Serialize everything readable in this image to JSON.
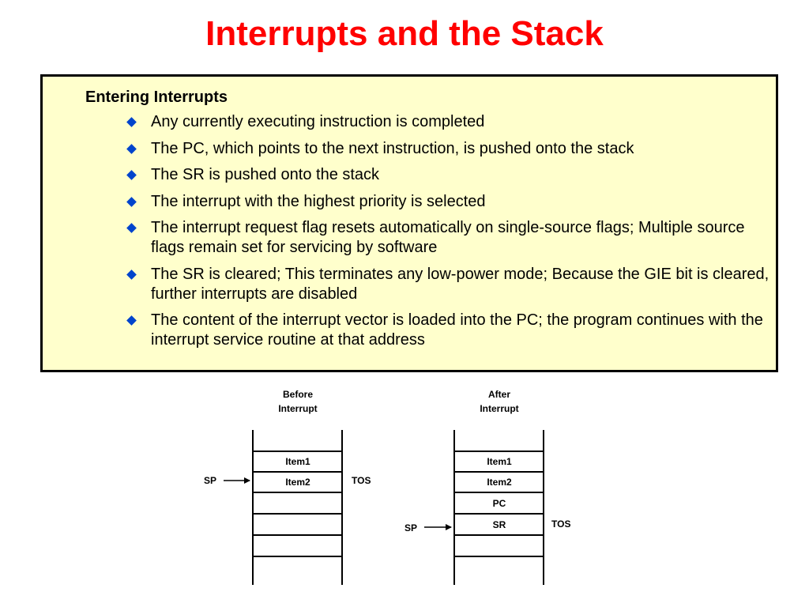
{
  "title": "Interrupts and the Stack",
  "box": {
    "heading": "Entering Interrupts",
    "bullets": [
      "Any currently executing instruction is completed",
      "The PC, which points to the next instruction, is pushed onto the stack",
      "The SR is pushed onto the stack",
      "The interrupt with the highest priority is selected",
      "The interrupt request flag resets automatically on single-source flags; Multiple source flags remain set for servicing by software",
      "The SR is cleared; This terminates any low-power mode; Because the GIE bit is cleared, further interrupts are disabled",
      "The content of the interrupt vector is loaded into the PC; the program continues with the interrupt service routine at that address"
    ]
  },
  "colors": {
    "title": "#ff0000",
    "box_background": "#ffffcc",
    "bullet": "#0044cc"
  },
  "icons": {
    "bullet": "diamond-bullet-icon",
    "pointer": "arrow-right-icon"
  },
  "diagram": {
    "before": {
      "header_line1": "Before",
      "header_line2": "Interrupt",
      "items": [
        "Item1",
        "Item2"
      ],
      "sp_label": "SP",
      "tos_label": "TOS"
    },
    "after": {
      "header_line1": "After",
      "header_line2": "Interrupt",
      "items": [
        "Item1",
        "Item2",
        "PC",
        "SR"
      ],
      "sp_label": "SP",
      "tos_label": "TOS"
    }
  }
}
